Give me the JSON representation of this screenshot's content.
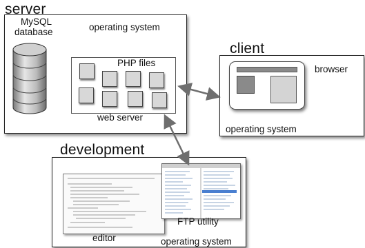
{
  "server": {
    "title": "server",
    "db_label_1": "MySQL",
    "db_label_2": "database",
    "os_label": "operating system",
    "php_label": "PHP files",
    "webserver_label": "web server"
  },
  "client": {
    "title": "client",
    "browser_label": "browser",
    "os_label": "operating system"
  },
  "development": {
    "title": "development",
    "editor_label": "editor",
    "ftp_label": "FTP utility",
    "os_label": "operating system"
  },
  "icons": [
    "database-icon",
    "php-file-icon",
    "browser-window-icon",
    "editor-window-icon",
    "ftp-window-icon"
  ],
  "colors": {
    "stroke": "#222222",
    "arrow": "#6e6e6e",
    "file_fill": "#d8d8d8",
    "panel_fill": "#888888"
  }
}
